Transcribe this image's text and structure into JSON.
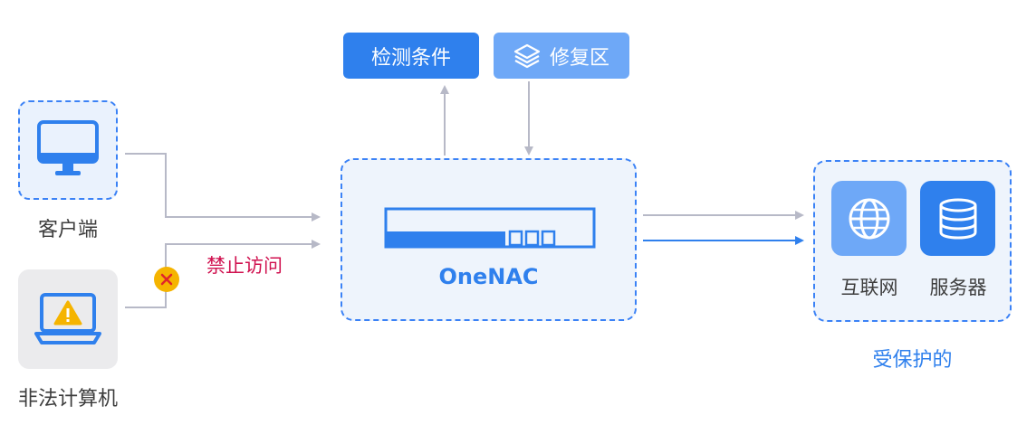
{
  "nodes": {
    "client": {
      "label": "客户端",
      "icon": "monitor-icon"
    },
    "illegal": {
      "label": "非法计算机",
      "icon": "laptop-warning-icon"
    },
    "device": {
      "label": "OneNAC",
      "icon": "network-appliance-icon"
    },
    "protected": {
      "label": "受保护的",
      "items": [
        {
          "label": "互联网",
          "icon": "globe-icon"
        },
        {
          "label": "服务器",
          "icon": "database-icon"
        }
      ]
    }
  },
  "buttons": {
    "detect": {
      "label": "检测条件"
    },
    "remediate": {
      "label": "修复区",
      "icon": "layers-icon"
    }
  },
  "annotations": {
    "denied": {
      "label": "禁止访问",
      "icon": "block-x-icon"
    }
  },
  "colors": {
    "primary": "#2f80ed",
    "primary_light": "#6ea8f7",
    "connector": "#b7b9c7",
    "denied_text": "#d0114f",
    "warning": "#f5b400"
  }
}
